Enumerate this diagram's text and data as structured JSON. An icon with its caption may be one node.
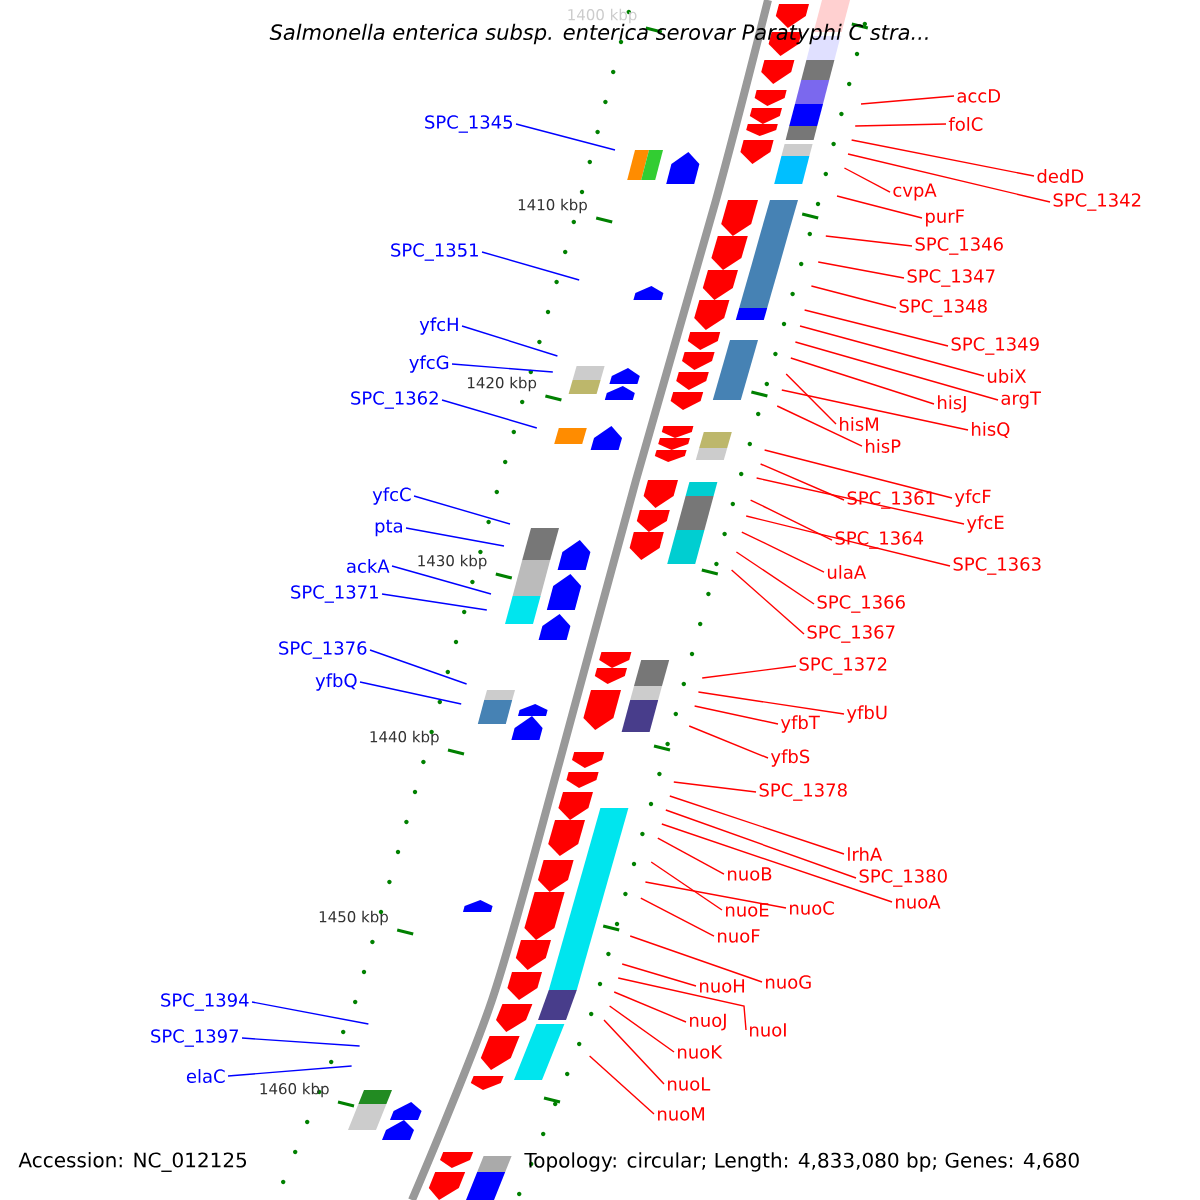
{
  "diagram": {
    "title": "Salmonella enterica subsp. enterica serovar Paratyphi C stra...",
    "nodes": [
      {
        "text": [
          "accD"
        ]
      },
      {
        "text": [
          "folC"
        ]
      },
      {
        "text": [
          "dedD"
        ]
      },
      {
        "text": [
          "cvpA"
        ]
      },
      {
        "text": [
          "SPC_1342"
        ]
      },
      {
        "text": [
          "purF"
        ]
      },
      {
        "text": [
          "SPC_1346"
        ]
      },
      {
        "text": [
          "SPC_1347"
        ]
      },
      {
        "text": [
          "SPC_1348"
        ]
      },
      {
        "text": [
          "SPC_1349"
        ]
      },
      {
        "text": [
          "ubiX"
        ]
      },
      {
        "text": [
          "argT"
        ]
      },
      {
        "text": [
          "hisJ"
        ]
      },
      {
        "text": [
          "hisM"
        ]
      },
      {
        "text": [
          "hisQ"
        ]
      },
      {
        "text": [
          "hisP"
        ]
      },
      {
        "text": [
          "yfcF"
        ]
      },
      {
        "text": [
          "SPC_1361"
        ]
      },
      {
        "text": [
          "yfcE"
        ]
      },
      {
        "text": [
          "SPC_1364"
        ]
      },
      {
        "text": [
          "SPC_1363"
        ]
      },
      {
        "text": [
          "ulaA"
        ]
      },
      {
        "text": [
          "SPC_1366"
        ]
      },
      {
        "text": [
          "SPC_1367"
        ]
      },
      {
        "text": [
          "SPC_1372"
        ]
      },
      {
        "text": [
          "yfbU"
        ]
      },
      {
        "text": [
          "yfbT"
        ]
      },
      {
        "text": [
          "yfbS"
        ]
      },
      {
        "text": [
          "SPC_1378"
        ]
      },
      {
        "text": [
          "lrhA"
        ]
      },
      {
        "text": [
          "SPC_1380"
        ]
      },
      {
        "text": [
          "nuoA"
        ]
      },
      {
        "text": [
          "nuoB"
        ]
      },
      {
        "text": [
          "nuoE"
        ]
      },
      {
        "text": [
          "nuoC"
        ]
      },
      {
        "text": [
          "nuoF"
        ]
      },
      {
        "text": [
          "nuoG"
        ]
      },
      {
        "text": [
          "nuoH"
        ]
      },
      {
        "text": [
          "nuoJ"
        ]
      },
      {
        "text": [
          "nuoI"
        ]
      },
      {
        "text": [
          "nuoK"
        ]
      },
      {
        "text": [
          "nuoL"
        ]
      },
      {
        "text": [
          "nuoM"
        ]
      },
      {
        "text": [
          "SPC_1345"
        ]
      },
      {
        "text": [
          "SPC_1351"
        ]
      },
      {
        "text": [
          "yfcH"
        ]
      },
      {
        "text": [
          "yfcG"
        ]
      },
      {
        "text": [
          "SPC_1362"
        ]
      },
      {
        "text": [
          "yfcC"
        ]
      },
      {
        "text": [
          "pta"
        ]
      },
      {
        "text": [
          "ackA"
        ]
      },
      {
        "text": [
          "SPC_1371"
        ]
      },
      {
        "text": [
          "SPC_1376"
        ]
      },
      {
        "text": [
          "yfbQ"
        ]
      },
      {
        "text": [
          "SPC_1394"
        ]
      },
      {
        "text": [
          "SPC_1397"
        ]
      },
      {
        "text": [
          "elaC"
        ]
      }
    ],
    "edges": [
      {
        "from": 0,
        "to": null,
        "arrow": "none"
      },
      {
        "from": 1,
        "to": null,
        "arrow": "none"
      },
      {
        "from": 2,
        "to": null,
        "arrow": "none"
      },
      {
        "from": 3,
        "to": null,
        "arrow": "none"
      },
      {
        "from": 4,
        "to": null,
        "arrow": "none"
      },
      {
        "from": 5,
        "to": null,
        "arrow": "none"
      },
      {
        "from": 6,
        "to": null,
        "arrow": "none"
      },
      {
        "from": 7,
        "to": null,
        "arrow": "none"
      },
      {
        "from": 8,
        "to": null,
        "arrow": "none"
      },
      {
        "from": 9,
        "to": null,
        "arrow": "none"
      },
      {
        "from": 10,
        "to": null,
        "arrow": "none"
      },
      {
        "from": 11,
        "to": null,
        "arrow": "none"
      },
      {
        "from": 12,
        "to": null,
        "arrow": "none"
      },
      {
        "from": 13,
        "to": null,
        "arrow": "none"
      },
      {
        "from": 14,
        "to": null,
        "arrow": "none"
      },
      {
        "from": 15,
        "to": null,
        "arrow": "none"
      },
      {
        "from": 16,
        "to": null,
        "arrow": "none"
      },
      {
        "from": 17,
        "to": null,
        "arrow": "none"
      },
      {
        "from": 18,
        "to": null,
        "arrow": "none"
      },
      {
        "from": 19,
        "to": null,
        "arrow": "none"
      },
      {
        "from": 20,
        "to": null,
        "arrow": "none"
      },
      {
        "from": 21,
        "to": null,
        "arrow": "none"
      },
      {
        "from": 22,
        "to": null,
        "arrow": "none"
      },
      {
        "from": 23,
        "to": null,
        "arrow": "none"
      },
      {
        "from": 24,
        "to": null,
        "arrow": "none"
      },
      {
        "from": 25,
        "to": null,
        "arrow": "none"
      },
      {
        "from": 26,
        "to": null,
        "arrow": "none"
      },
      {
        "from": 27,
        "to": null,
        "arrow": "none"
      },
      {
        "from": 28,
        "to": null,
        "arrow": "none"
      },
      {
        "from": 29,
        "to": null,
        "arrow": "none"
      },
      {
        "from": 30,
        "to": null,
        "arrow": "none"
      },
      {
        "from": 31,
        "to": null,
        "arrow": "none"
      },
      {
        "from": 32,
        "to": null,
        "arrow": "none"
      },
      {
        "from": 33,
        "to": null,
        "arrow": "none"
      },
      {
        "from": 34,
        "to": null,
        "arrow": "none"
      },
      {
        "from": 35,
        "to": null,
        "arrow": "none"
      },
      {
        "from": 36,
        "to": null,
        "arrow": "none"
      },
      {
        "from": 37,
        "to": null,
        "arrow": "none"
      },
      {
        "from": 38,
        "to": null,
        "arrow": "none"
      },
      {
        "from": 39,
        "to": null,
        "arrow": "none"
      },
      {
        "from": 40,
        "to": null,
        "arrow": "none"
      },
      {
        "from": 41,
        "to": null,
        "arrow": "none"
      },
      {
        "from": 42,
        "to": null,
        "arrow": "none"
      },
      {
        "from": 43,
        "to": null,
        "arrow": "none",
        "color": "#0000ff"
      },
      {
        "from": 44,
        "to": null,
        "arrow": "none",
        "color": "#0000ff"
      },
      {
        "from": 45,
        "to": null,
        "arrow": "none",
        "color": "#0000ff"
      },
      {
        "from": 46,
        "to": null,
        "arrow": "none",
        "color": "#0000ff"
      },
      {
        "from": 47,
        "to": null,
        "arrow": "none",
        "color": "#0000ff"
      },
      {
        "from": 48,
        "to": null,
        "arrow": "none",
        "color": "#0000ff"
      },
      {
        "from": 49,
        "to": null,
        "arrow": "none",
        "color": "#0000ff"
      },
      {
        "from": 50,
        "to": null,
        "arrow": "none",
        "color": "#0000ff"
      },
      {
        "from": 51,
        "to": null,
        "arrow": "none",
        "color": "#0000ff"
      },
      {
        "from": 52,
        "to": null,
        "arrow": "none",
        "color": "#0000ff"
      },
      {
        "from": 53,
        "to": null,
        "arrow": "none",
        "color": "#0000ff"
      },
      {
        "from": 54,
        "to": null,
        "arrow": "none",
        "color": "#0000ff"
      },
      {
        "from": 55,
        "to": null,
        "arrow": "none",
        "color": "#0000ff"
      },
      {
        "from": 56,
        "to": null,
        "arrow": "none",
        "color": "#0000ff"
      }
    ],
    "labels": [
      "1400 kbp",
      "1410 kbp",
      "1420 kbp",
      "1430 kbp",
      "1440 kbp",
      "1450 kbp",
      "1460 kbp",
      "Accession: NC_012125",
      "Topology: circular; Length: 4,833,080 bp; Genes: 4,680"
    ]
  }
}
